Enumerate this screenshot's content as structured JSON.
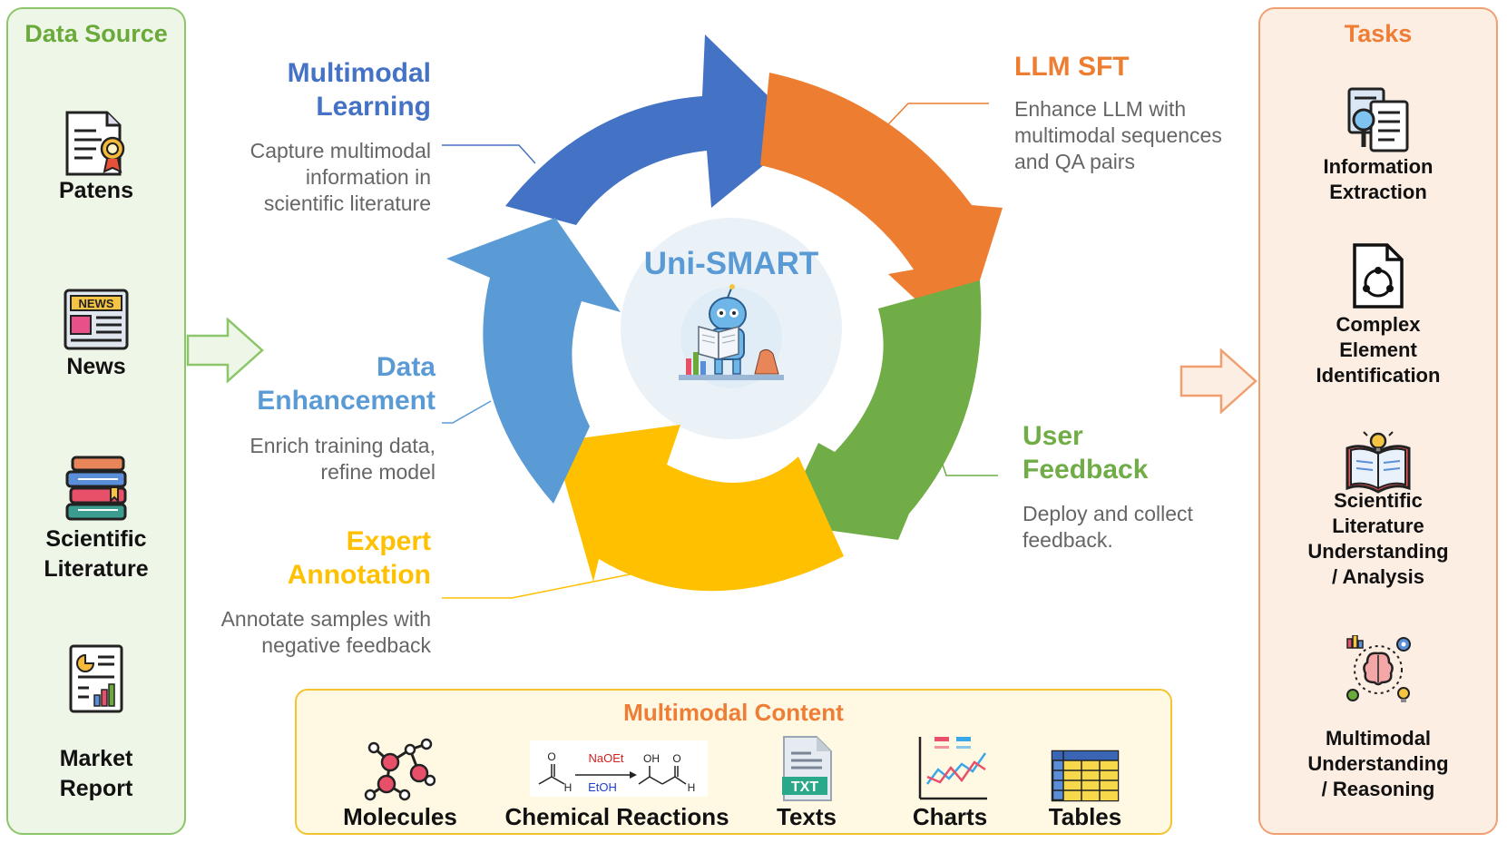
{
  "data_source": {
    "title": "Data Source",
    "items": [
      {
        "label": "Patens",
        "icon": "patent-certificate-icon"
      },
      {
        "label": "News",
        "icon": "newspaper-icon"
      },
      {
        "label": "Scientific\nLiterature",
        "icon": "books-icon"
      },
      {
        "label": "Market\nReport",
        "icon": "report-chart-icon"
      }
    ]
  },
  "center": {
    "title": "Uni-SMART",
    "mascot_icon": "robot-reading-icon"
  },
  "stages": {
    "multimodal_learning": {
      "title": "Multimodal\nLearning",
      "desc": "Capture multimodal\ninformation in\nscientific literature",
      "color": "#4472c4"
    },
    "llm_sft": {
      "title": "LLM SFT",
      "desc": "Enhance LLM with\nmultimodal sequences\nand QA pairs",
      "color": "#ed7d31"
    },
    "user_feedback": {
      "title": "User\nFeedback",
      "desc": "Deploy and collect\nfeedback.",
      "color": "#70ad47"
    },
    "expert_annotation": {
      "title": "Expert\nAnnotation",
      "desc": "Annotate samples with\nnegative feedback",
      "color": "#ffc000"
    },
    "data_enhancement": {
      "title": "Data\nEnhancement",
      "desc": "Enrich training data,\nrefine model",
      "color": "#5b9bd5"
    }
  },
  "tasks": {
    "title": "Tasks",
    "items": [
      {
        "label": "Information\nExtraction",
        "icon": "document-search-icon"
      },
      {
        "label": "Complex\nElement\nIdentification",
        "icon": "document-graph-icon"
      },
      {
        "label": "Scientific\nLiterature\nUnderstanding\n/ Analysis",
        "icon": "open-book-idea-icon"
      },
      {
        "label": "Multimodal\nUnderstanding\n/ Reasoning",
        "icon": "brain-reasoning-icon"
      }
    ]
  },
  "multimodal_content": {
    "title": "Multimodal Content",
    "items": [
      {
        "label": "Molecules",
        "icon": "molecule-icon"
      },
      {
        "label": "Chemical Reactions",
        "icon": "reaction-scheme-icon"
      },
      {
        "label": "Texts",
        "icon": "txt-file-icon"
      },
      {
        "label": "Charts",
        "icon": "line-chart-icon"
      },
      {
        "label": "Tables",
        "icon": "table-icon"
      }
    ],
    "reaction": {
      "reagent_top": "NaOEt",
      "reagent_bottom": "EtOH",
      "reactant_atom_o": "O",
      "reactant_atom_h": "H",
      "product_oh": "OH",
      "product_o": "O",
      "product_h": "H"
    },
    "txt_badge": "TXT"
  }
}
